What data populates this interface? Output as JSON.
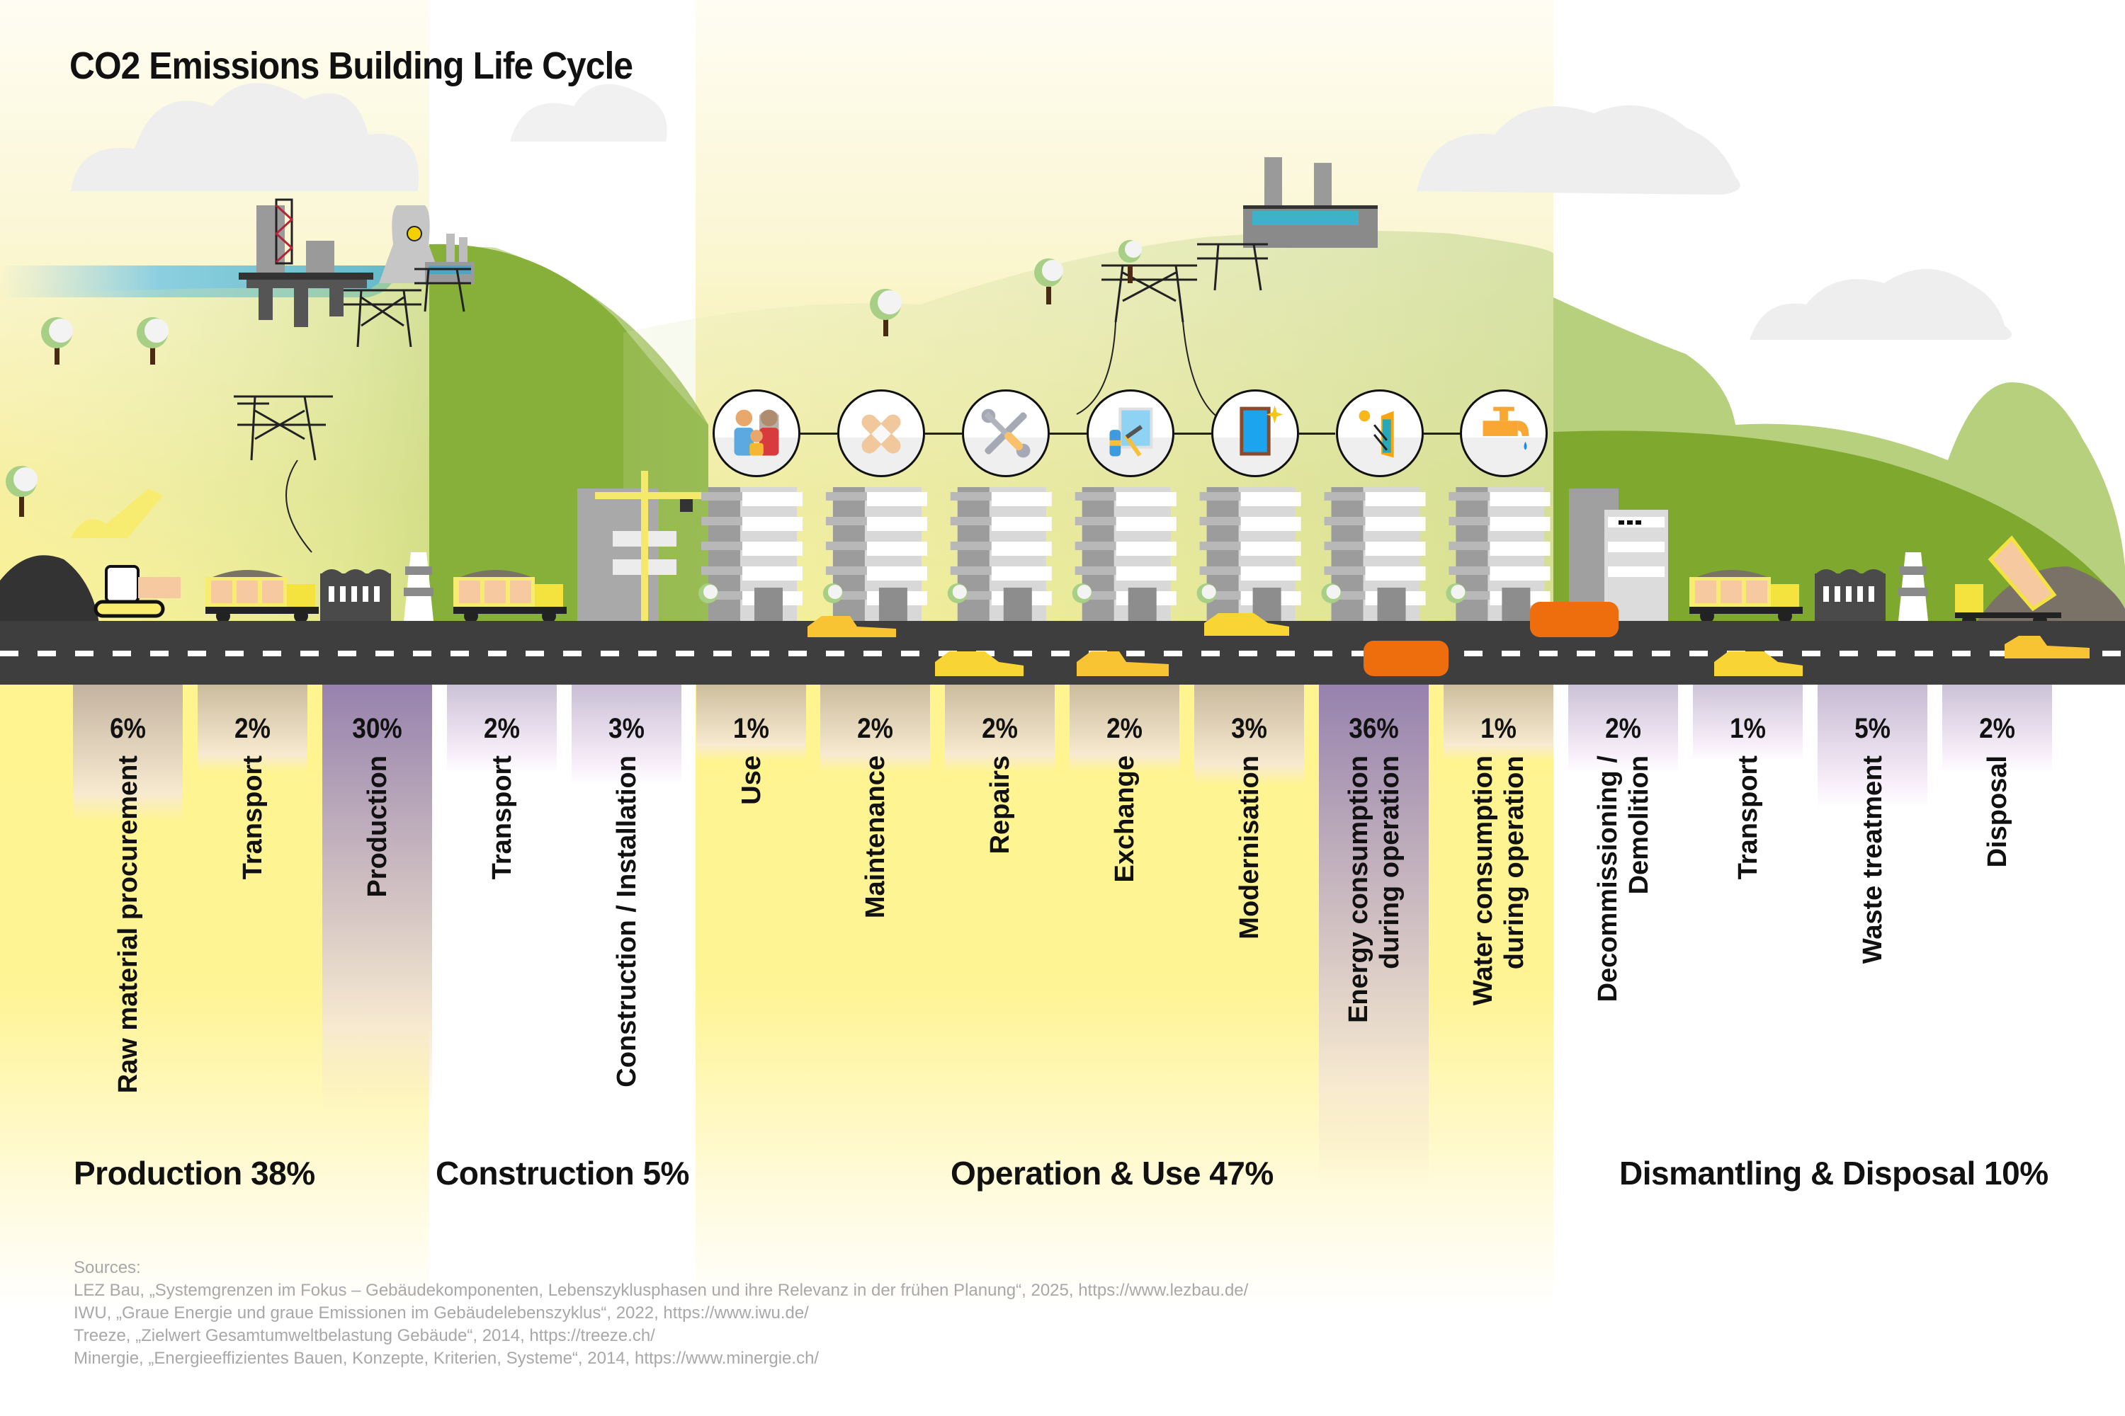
{
  "title": "CO2 Emissions Building Life Cycle",
  "colors": {
    "road": "#3e3e3e",
    "phase_highlight": "#fff48f",
    "bar_purple": "#9682ad",
    "bar_fade_warm": "#f7ead0",
    "bar_fade_cool": "#f8effa",
    "hill_green": "#7ea92e",
    "text": "#111111",
    "sources_text": "#a8a8a8"
  },
  "chart_data": {
    "type": "bar",
    "title": "CO2 Emissions Building Life Cycle",
    "unit": "%",
    "encoding": "Each stage is a vertical column hanging below the road; a purple gradient at the top of each column whose strength and length grow with the stage's share of emissions.",
    "categories": [
      "Raw material procurement",
      "Transport",
      "Production",
      "Transport",
      "Construction / Installation",
      "Use",
      "Maintenance",
      "Repairs",
      "Exchange",
      "Modernisation",
      "Energy consumption during operation",
      "Water consumption during operation",
      "Decommissioning / Demolition",
      "Transport",
      "Waste treatment",
      "Disposal"
    ],
    "values": [
      6,
      2,
      30,
      2,
      3,
      1,
      2,
      2,
      2,
      3,
      36,
      1,
      2,
      1,
      5,
      2
    ],
    "phases": [
      {
        "name": "Production",
        "total": 38,
        "stages": [
          0,
          1,
          2
        ]
      },
      {
        "name": "Construction",
        "total": 5,
        "stages": [
          3,
          4
        ]
      },
      {
        "name": "Operation & Use",
        "total": 47,
        "stages": [
          5,
          6,
          7,
          8,
          9,
          10,
          11
        ]
      },
      {
        "name": "Dismantling & Disposal",
        "total": 10,
        "stages": [
          12,
          13,
          14,
          15
        ]
      }
    ],
    "ylim": [
      0,
      36
    ],
    "legend": "none",
    "grid": false
  },
  "stages": [
    {
      "label": "Raw material procurement",
      "pct_label": "6%",
      "value": 6,
      "phase": 0
    },
    {
      "label": "Transport",
      "pct_label": "2%",
      "value": 2,
      "phase": 0
    },
    {
      "label": "Production",
      "pct_label": "30%",
      "value": 30,
      "phase": 0
    },
    {
      "label": "Transport",
      "pct_label": "2%",
      "value": 2,
      "phase": 1
    },
    {
      "label": "Construction / Installation",
      "pct_label": "3%",
      "value": 3,
      "phase": 1
    },
    {
      "label": "Use",
      "pct_label": "1%",
      "value": 1,
      "phase": 2
    },
    {
      "label": "Maintenance",
      "pct_label": "2%",
      "value": 2,
      "phase": 2
    },
    {
      "label": "Repairs",
      "pct_label": "2%",
      "value": 2,
      "phase": 2
    },
    {
      "label": "Exchange",
      "pct_label": "2%",
      "value": 2,
      "phase": 2
    },
    {
      "label": "Modernisation",
      "pct_label": "3%",
      "value": 3,
      "phase": 2
    },
    {
      "label": "Energy consumption\nduring operation",
      "pct_label": "36%",
      "value": 36,
      "phase": 2
    },
    {
      "label": "Water consumption\nduring operation",
      "pct_label": "1%",
      "value": 1,
      "phase": 2
    },
    {
      "label": "Decommissioning /\nDemolition",
      "pct_label": "2%",
      "value": 2,
      "phase": 3
    },
    {
      "label": "Transport",
      "pct_label": "1%",
      "value": 1,
      "phase": 3
    },
    {
      "label": "Waste treatment",
      "pct_label": "5%",
      "value": 5,
      "phase": 3
    },
    {
      "label": "Disposal",
      "pct_label": "2%",
      "value": 2,
      "phase": 3
    }
  ],
  "phases": [
    {
      "summary": "Production 38%",
      "highlighted": true
    },
    {
      "summary": "Construction 5%",
      "highlighted": false
    },
    {
      "summary": "Operation & Use 47%",
      "highlighted": true
    },
    {
      "summary": "Dismantling & Disposal 10%",
      "highlighted": false
    }
  ],
  "operation_icons": [
    {
      "stage": "Use",
      "icon": "family-icon"
    },
    {
      "stage": "Maintenance",
      "icon": "bandage-icon"
    },
    {
      "stage": "Repairs",
      "icon": "wrench-screwdriver-icon"
    },
    {
      "stage": "Exchange",
      "icon": "window-cleaning-icon"
    },
    {
      "stage": "Modernisation",
      "icon": "new-window-icon"
    },
    {
      "stage": "Energy consumption during operation",
      "icon": "sun-window-insulation-icon"
    },
    {
      "stage": "Water consumption during operation",
      "icon": "water-tap-icon"
    }
  ],
  "illustrations": [
    "excavator-icon",
    "dump-truck-icon",
    "factory-icon",
    "oil-rig-icon",
    "nuclear-plant-icon",
    "power-pylon-icon",
    "crane-icon",
    "apartment-building-icon",
    "car-icon",
    "van-icon",
    "demolished-building-icon",
    "tipper-truck-icon",
    "tree-icon",
    "cloud-icon",
    "power-station-icon"
  ],
  "sources": {
    "heading": "Sources:",
    "items": [
      "LEZ Bau, „Systemgrenzen im Fokus – Gebäudekomponenten, Lebenszyklusphasen und ihre Relevanz in der frühen Planung“, 2025, https://www.lezbau.de/",
      "IWU, „Graue Energie und graue Emissionen im Gebäudelebenszyklus“, 2022, https://www.iwu.de/",
      "Treeze, „Zielwert Gesamtumweltbelastung Gebäude“, 2014, https://treeze.ch/",
      "Minergie, „Energieeffizientes Bauen, Konzepte, Kriterien, Systeme“, 2014, https://www.minergie.ch/"
    ]
  }
}
